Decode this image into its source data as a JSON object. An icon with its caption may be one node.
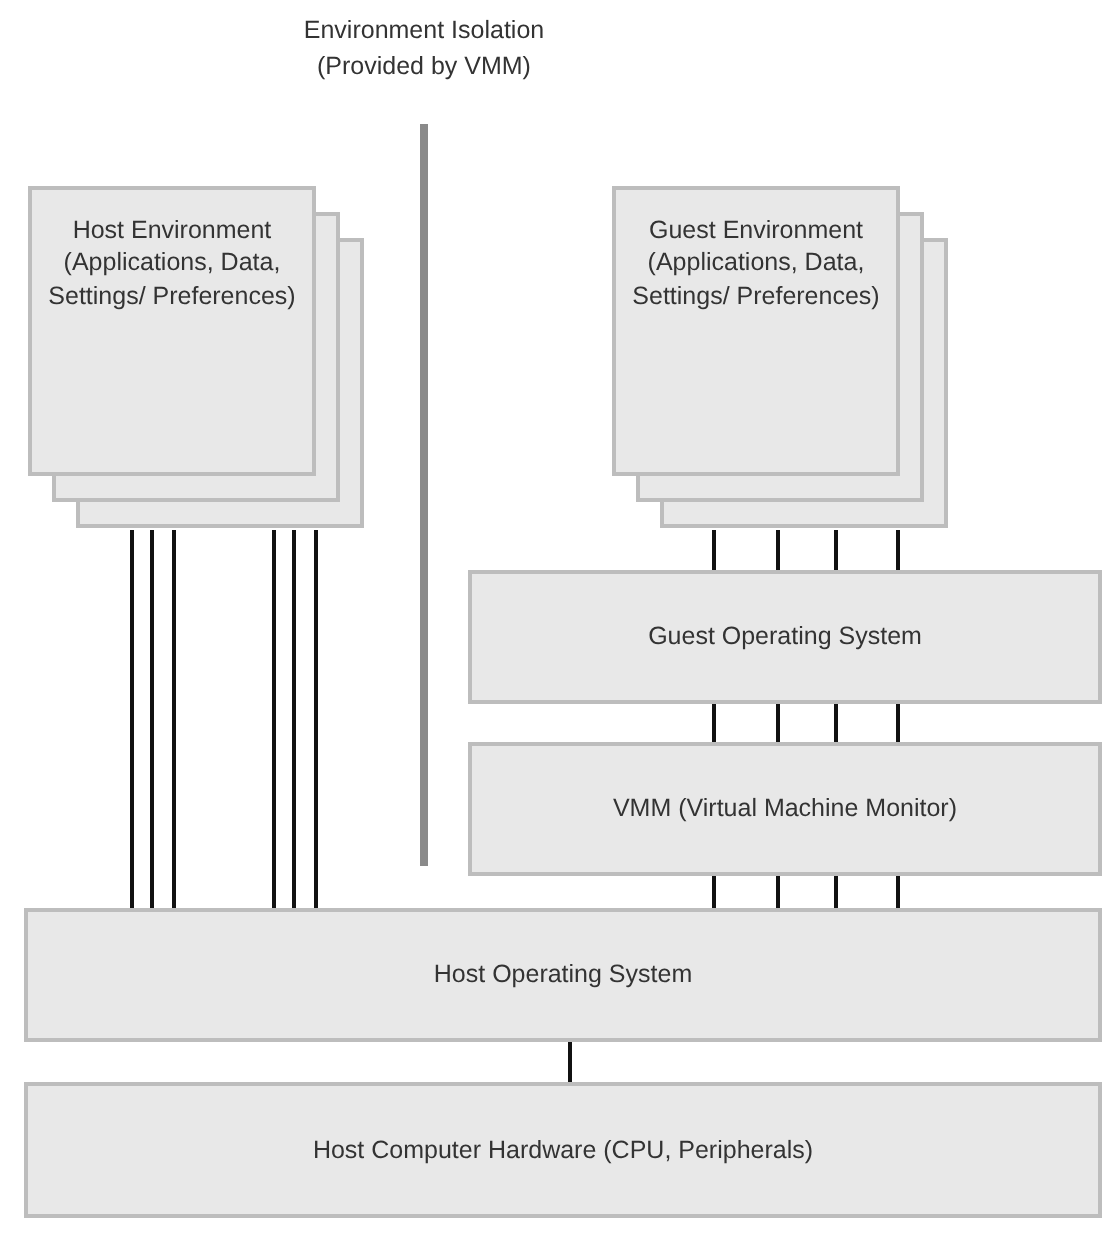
{
  "diagram": {
    "nodes": [
      {
        "text": [
          "Host Environment (Applications, Data, Settings/ Preferences)"
        ]
      },
      {
        "text": [
          "Guest Environment (Applications, Data, Settings/ Preferences)"
        ]
      },
      {
        "text": [
          "Guest Operating System"
        ]
      },
      {
        "text": [
          "VMM (Virtual Machine Monitor)"
        ]
      },
      {
        "text": [
          "Host Operating System"
        ]
      },
      {
        "text": [
          "Host Computer Hardware (CPU, Peripherals)"
        ]
      }
    ],
    "edges": [
      {
        "from": 0,
        "to": 4,
        "arrow": "none"
      },
      {
        "from": 0,
        "to": 4,
        "arrow": "none"
      },
      {
        "from": 0,
        "to": 4,
        "arrow": "none"
      },
      {
        "from": 0,
        "to": 4,
        "arrow": "none"
      },
      {
        "from": 0,
        "to": 4,
        "arrow": "none"
      },
      {
        "from": 0,
        "to": 4,
        "arrow": "none"
      },
      {
        "from": 1,
        "to": 2,
        "arrow": "none"
      },
      {
        "from": 1,
        "to": 2,
        "arrow": "none"
      },
      {
        "from": 1,
        "to": 2,
        "arrow": "none"
      },
      {
        "from": 1,
        "to": 2,
        "arrow": "none"
      },
      {
        "from": 2,
        "to": 3,
        "arrow": "none"
      },
      {
        "from": 2,
        "to": 3,
        "arrow": "none"
      },
      {
        "from": 2,
        "to": 3,
        "arrow": "none"
      },
      {
        "from": 2,
        "to": 3,
        "arrow": "none"
      },
      {
        "from": 3,
        "to": 4,
        "arrow": "none"
      },
      {
        "from": 3,
        "to": 4,
        "arrow": "none"
      },
      {
        "from": 3,
        "to": 4,
        "arrow": "none"
      },
      {
        "from": 3,
        "to": 4,
        "arrow": "none"
      },
      {
        "from": 4,
        "to": 5,
        "arrow": "none"
      }
    ],
    "labels": [
      "Environment Isolation (Provided by VMM)"
    ]
  }
}
